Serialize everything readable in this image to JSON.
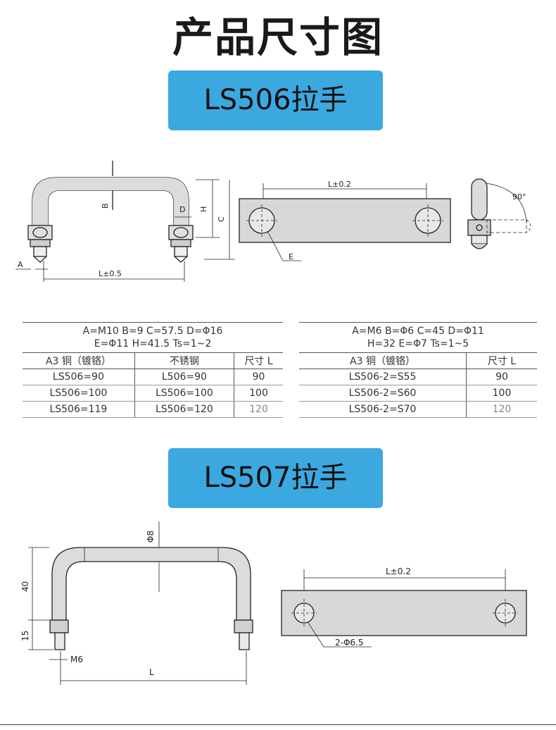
{
  "title": "产品尺寸图",
  "sections": [
    {
      "badge": "LS506拉手",
      "labels": {
        "b": "B",
        "d": "D",
        "h": "H",
        "c": "C",
        "a": "A",
        "l_tol_handle": "L±0.5",
        "l_tol_plate": "L±0.2",
        "e": "E",
        "angle": "90°"
      },
      "tables": [
        {
          "spec_line1": "A=M10  B=9  C=57.5  D=Φ16",
          "spec_line2": "E=Φ11  H=41.5 Ts=1~2",
          "columns": [
            "A3 铜（镀铬）",
            "不锈钢",
            "尺寸 L"
          ],
          "rows": [
            [
              "LS506=90",
              "L506=90",
              "90"
            ],
            [
              "LS506=100",
              "LS506=100",
              "100"
            ],
            [
              "LS506=119",
              "LS506=120",
              "120"
            ]
          ]
        },
        {
          "spec_line1": "A=M6  B=Φ6  C=45  D=Φ11",
          "spec_line2": "H=32  E=Φ7  Ts=1~5",
          "columns": [
            "A3 铜（镀铬）",
            "尺寸 L"
          ],
          "rows": [
            [
              "LS506-2=S55",
              "90"
            ],
            [
              "LS506-2=S60",
              "100"
            ],
            [
              "LS506-2=S70",
              "120"
            ]
          ]
        }
      ]
    },
    {
      "badge": "LS507拉手",
      "labels": {
        "phi8": "Φ8",
        "dim40": "40",
        "dim15": "15",
        "m6": "M6",
        "l": "L",
        "l_tol_plate": "L±0.2",
        "holes": "2-Φ6.5"
      }
    }
  ],
  "colors": {
    "badge": "#3ba9e0",
    "metal_fill": "#d9d9d9"
  }
}
